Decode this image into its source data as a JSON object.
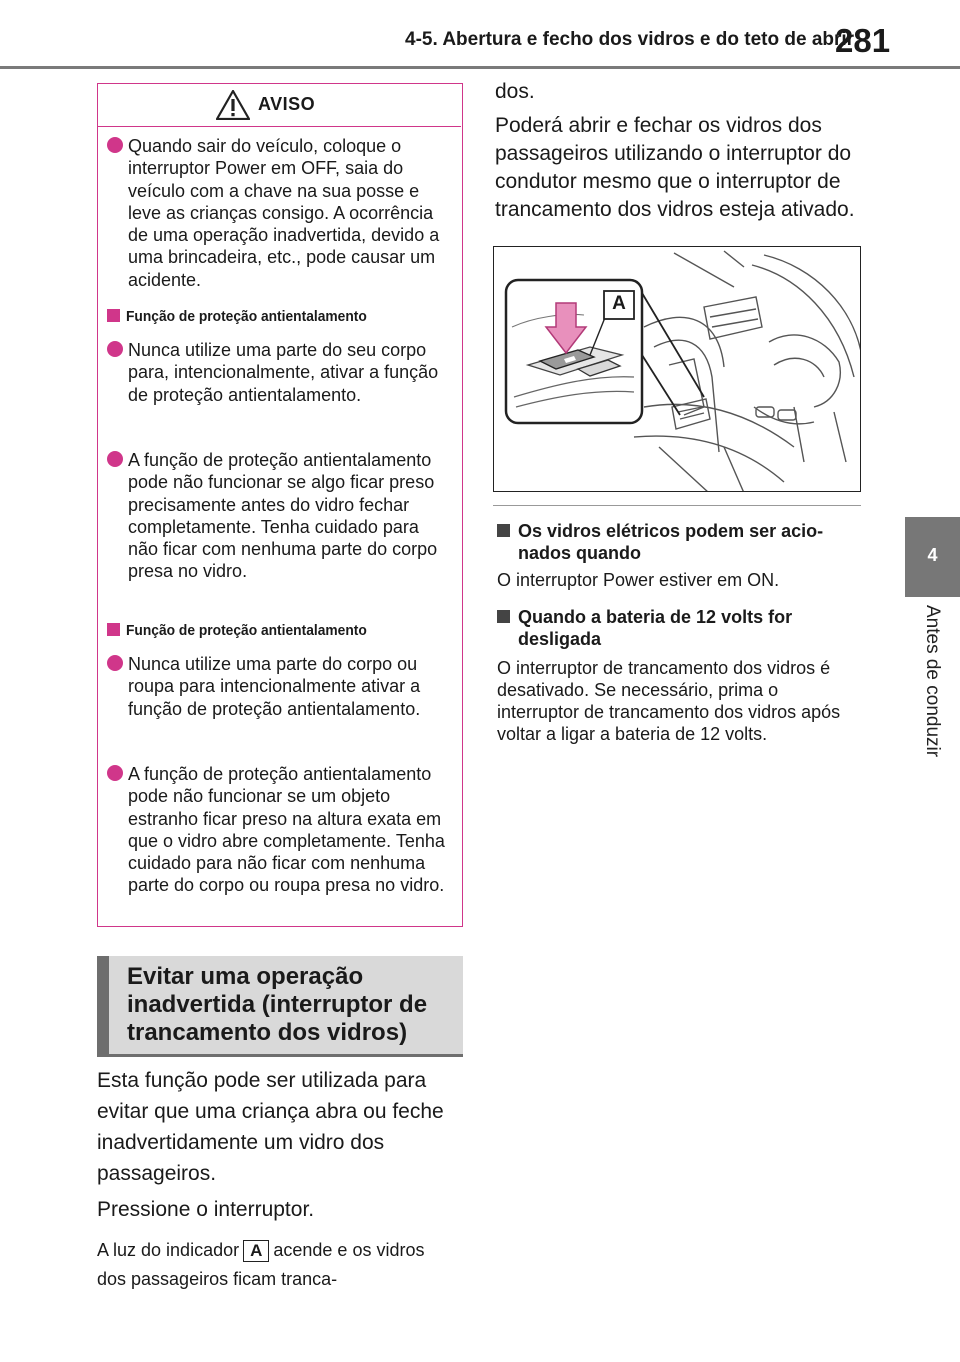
{
  "header": {
    "section_title": "4-5. Abertura e fecho dos vidros e do teto de abrir",
    "page_number": "281"
  },
  "side_tab": {
    "chapter_number": "4",
    "chapter_title": "Antes de conduzir"
  },
  "warning": {
    "title": "AVISO",
    "item_1": "Quando sair do veículo, coloque o interruptor Power em OFF, saia do veículo com a chave na sua posse e leve as crianças consigo. A ocor­rência de uma operação inadver­tida, devido a uma brincadeira, etc., pode causar um acidente.",
    "sub_1": "Função de proteção antientalamento",
    "item_2": "Nunca utilize uma parte do seu corpo para, intencionalmente, ati­var a função de proteção antienta­lamento.",
    "item_3": "A função de proteção antientala­mento pode não funcionar se algo ficar preso precisamente antes do vidro fechar completamente. Tenha cuidado para não ficar com nenhuma parte do corpo presa no vidro.",
    "sub_2": "Função de proteção antientalamento",
    "item_4": "Nunca utilize uma parte do corpo ou roupa para intencionalmente ati­var a função de proteção antienta­lamento.",
    "item_5": "A função de proteção antientala­mento pode não funcionar se um objeto estranho ficar preso na altura exata em que o vidro abre completamente. Tenha cuidado para não ficar com nenhuma parte do corpo ou roupa presa no vidro."
  },
  "section": {
    "heading": "Evitar uma operação inadvertida (interruptor de trancamento dos vidros)",
    "para_1": "Esta função pode ser utilizada para evitar que uma criança abra ou feche inadvertidamente um vidro dos passageiros.",
    "para_2": "Pressione o interruptor.",
    "para_3_before": "A luz do indicador",
    "indicator_label": "A",
    "para_3_after": "acende e os vidros dos passageiros ficam tranca-",
    "col2_cont": "dos.",
    "col2_para": "Poderá abrir e fechar os vidros dos passageiros utilizando o interruptor do condutor mesmo que o interruptor de trancamento dos vidros esteja ativado."
  },
  "figure": {
    "callout_label": "A"
  },
  "notes": [
    {
      "heading": "Os vidros elétricos podem ser acio­nados quando",
      "text": "O interruptor Power estiver em ON."
    },
    {
      "heading": "Quando a bateria de 12 volts for desligada",
      "text": "O interruptor de trancamento dos vidros é desativado. Se necessário, prima o interruptor de trancamento dos vidros após voltar a ligar a bateria de 12 volts."
    }
  ],
  "colors": {
    "accent": "#d0368a",
    "grey_heading": "#d9d9d9",
    "side_tab": "#777777"
  }
}
